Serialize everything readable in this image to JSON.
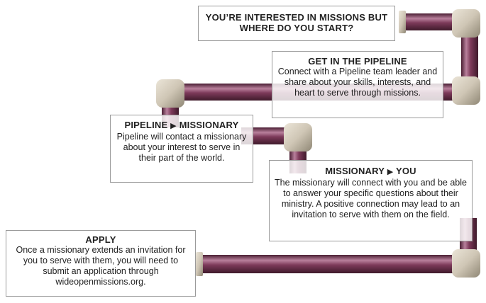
{
  "steps": [
    {
      "title": "YOU’RE INTERESTED IN MISSIONS BUT WHERE DO YOU START?",
      "body": ""
    },
    {
      "title": "GET IN THE PIPELINE",
      "body": "Connect with a Pipeline team leader and share about your skills, interests, and heart to serve through missions."
    },
    {
      "title_a": "PIPELINE",
      "title_b": "MISSIONARY",
      "body": "Pipeline will contact a missionary about your interest to serve in their part of the world."
    },
    {
      "title_a": "MISSIONARY",
      "title_b": "YOU",
      "body": "The missionary will connect with you and be able to answer your specific questions about their ministry. A positive connection may lead to an invitation to serve with them on the field."
    },
    {
      "title": "APPLY",
      "body": "Once a missionary extends an invitation for you to serve with them, you will need to submit an application through wideopenmissions.org."
    }
  ],
  "colors": {
    "pipe": "#7d3a5a",
    "pipe_highlight": "#b9809c",
    "pipe_shadow": "#4a1e33",
    "joint": "#cfc6b5",
    "joint_shadow": "#9b9382",
    "box_border": "#9a9a9a"
  }
}
